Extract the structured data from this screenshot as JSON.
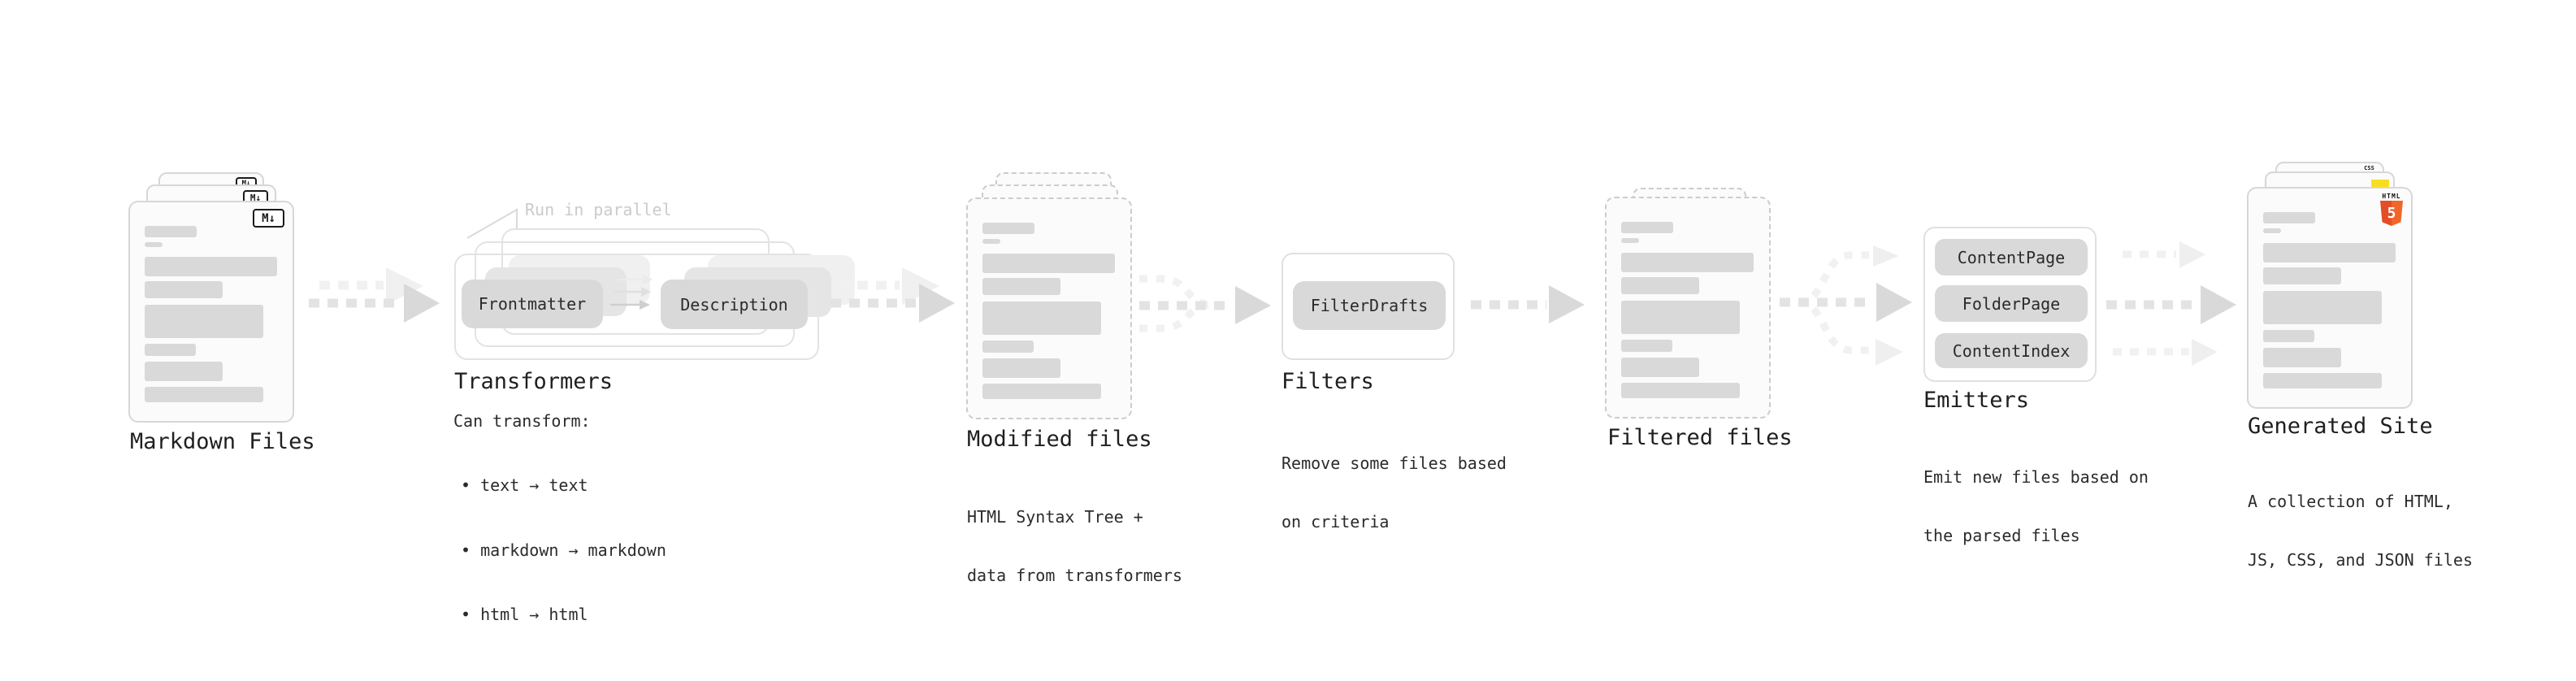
{
  "stages": {
    "markdown_files": {
      "label": "Markdown Files",
      "badge": "M↓",
      "stack_count": 3
    },
    "transformers": {
      "label": "Transformers",
      "note": "Run in parallel",
      "pills": [
        "Frontmatter",
        "Description"
      ],
      "desc_intro": "Can transform:",
      "bullets": [
        "• text → text",
        "• markdown → markdown",
        "• html → html"
      ]
    },
    "modified_files": {
      "label": "Modified files",
      "desc_lines": [
        "HTML Syntax Tree +",
        "data from transformers"
      ],
      "stack_count": 3
    },
    "filters": {
      "label": "Filters",
      "pills": [
        "FilterDrafts"
      ],
      "desc_lines": [
        "Remove some files based",
        "on criteria"
      ]
    },
    "filtered_files": {
      "label": "Filtered files",
      "stack_count": 2
    },
    "emitters": {
      "label": "Emitters",
      "pills": [
        "ContentPage",
        "FolderPage",
        "ContentIndex"
      ],
      "desc_lines": [
        "Emit new files based on",
        "the parsed files"
      ]
    },
    "generated_site": {
      "label": "Generated Site",
      "desc_lines": [
        "A collection of HTML,",
        "JS, CSS, and JSON files"
      ],
      "badges": {
        "css_label": "CSS",
        "html_label": "HTML",
        "html_number": "5"
      }
    }
  },
  "colors": {
    "background": "#ffffff",
    "card_bg": "#fbfbfb",
    "card_border": "#d7d7d7",
    "bar_gray": "#d9d9d9",
    "pill_bg": "#d9d9d9",
    "arrow_dark": "#e0e0e0",
    "arrow_head_dark": "#d7d7d7",
    "arrow_light": "#f1f1f1",
    "text_primary": "#1f1f1f",
    "note_muted": "#cbcbcb",
    "html5_orange": "#e44d26",
    "html5_orange_light": "#f16529",
    "js_yellow": "#f7df1e",
    "css_blue": "#2965f1",
    "md_badge_border": "#1a1a1a"
  }
}
